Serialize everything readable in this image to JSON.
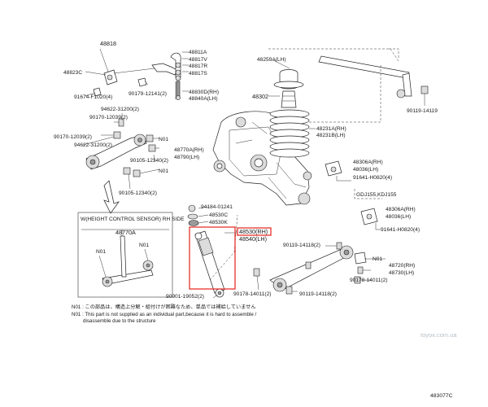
{
  "labels": {
    "p48818": "48818",
    "p48823C": "48823C",
    "p91674": "91674-F1020(4)",
    "p48811A": "48811A",
    "p48817V": "48817V",
    "p48817R": "48817R",
    "p48817S": "48817S",
    "p90179": "90179-12141(2)",
    "p48830D": "48830D(RH)",
    "p48840A": "48840A(LH)",
    "p94622a": "94622-31200(2)",
    "p90170": "90170-12039(2)",
    "p90170b": "90170-12039(2)",
    "p94622b": "94622-31200(2)",
    "n01a": "N01",
    "n01b": "N01",
    "p48770A_rh": "48770A(RH)",
    "p48790": "48790(LH)",
    "p90105a": "90105-12340(2)",
    "p90105b": "90105-12340(2)",
    "p48259A": "48259A(LH)",
    "p48302": "48302",
    "p48231A": "48231A(RH)",
    "p48231B": "48231B(LH)",
    "p90119a": "90119-14119",
    "p48306A1": "48306A(RH)",
    "p48036a": "48036(LH)",
    "p91641a": "91641-H0820(4)",
    "gdj": "GDJ155,KDJ155",
    "p48306A2": "48306A(RH)",
    "p48036b": "48036(LH)",
    "p91641b": "91641-H0820(4)",
    "p94184": "94184-01241",
    "p48530C": "48530C",
    "p48530K": "48530K",
    "p48530": "48530(RH)",
    "p48540": "48540(LH)",
    "p90119b": "90119-14118(2)",
    "n01c": "N01",
    "p48720": "48720(RH)",
    "p48730": "48730(LH)",
    "p90178a": "90178-14011(2)",
    "p90901": "90901-19052(2)",
    "p90178b": "90178-14011(2)",
    "p90119c": "90119-14118(2)",
    "height_sensor": "W(HEIGHT CONTROL SENSOR) RH SIDE",
    "p48770A_box": "48770A",
    "n01d": "N01",
    "n01e": "N01"
  },
  "notes": {
    "jp_line": "N01 : この部品は、構造上分解・組付けが困難なため、単品では補給していません",
    "en_line1": "N01 : This part is not supplied as an individual part,because it is hard to assemble /",
    "en_line2": "disassemble due to the structure"
  },
  "watermark": "toyox.com.ua",
  "figure_code": "483077C",
  "highlight_color": "#e8332a"
}
